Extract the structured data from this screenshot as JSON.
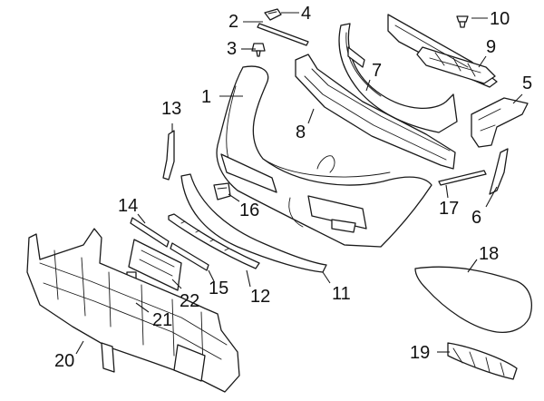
{
  "callouts": [
    {
      "id": "1",
      "text": "1"
    },
    {
      "id": "2",
      "text": "2"
    },
    {
      "id": "3",
      "text": "3"
    },
    {
      "id": "4",
      "text": "4"
    },
    {
      "id": "5",
      "text": "5"
    },
    {
      "id": "6",
      "text": "6"
    },
    {
      "id": "7",
      "text": "7"
    },
    {
      "id": "8",
      "text": "8"
    },
    {
      "id": "9",
      "text": "9"
    },
    {
      "id": "10",
      "text": "10"
    },
    {
      "id": "11",
      "text": "11"
    },
    {
      "id": "12",
      "text": "12"
    },
    {
      "id": "13",
      "text": "13"
    },
    {
      "id": "14",
      "text": "14"
    },
    {
      "id": "15",
      "text": "15"
    },
    {
      "id": "16",
      "text": "16"
    },
    {
      "id": "17",
      "text": "17"
    },
    {
      "id": "18",
      "text": "18"
    },
    {
      "id": "19",
      "text": "19"
    },
    {
      "id": "20",
      "text": "20"
    },
    {
      "id": "21",
      "text": "21"
    },
    {
      "id": "22",
      "text": "22"
    }
  ],
  "colors": {
    "line": "#1a1a1a",
    "background": "#ffffff",
    "text": "#111111"
  }
}
